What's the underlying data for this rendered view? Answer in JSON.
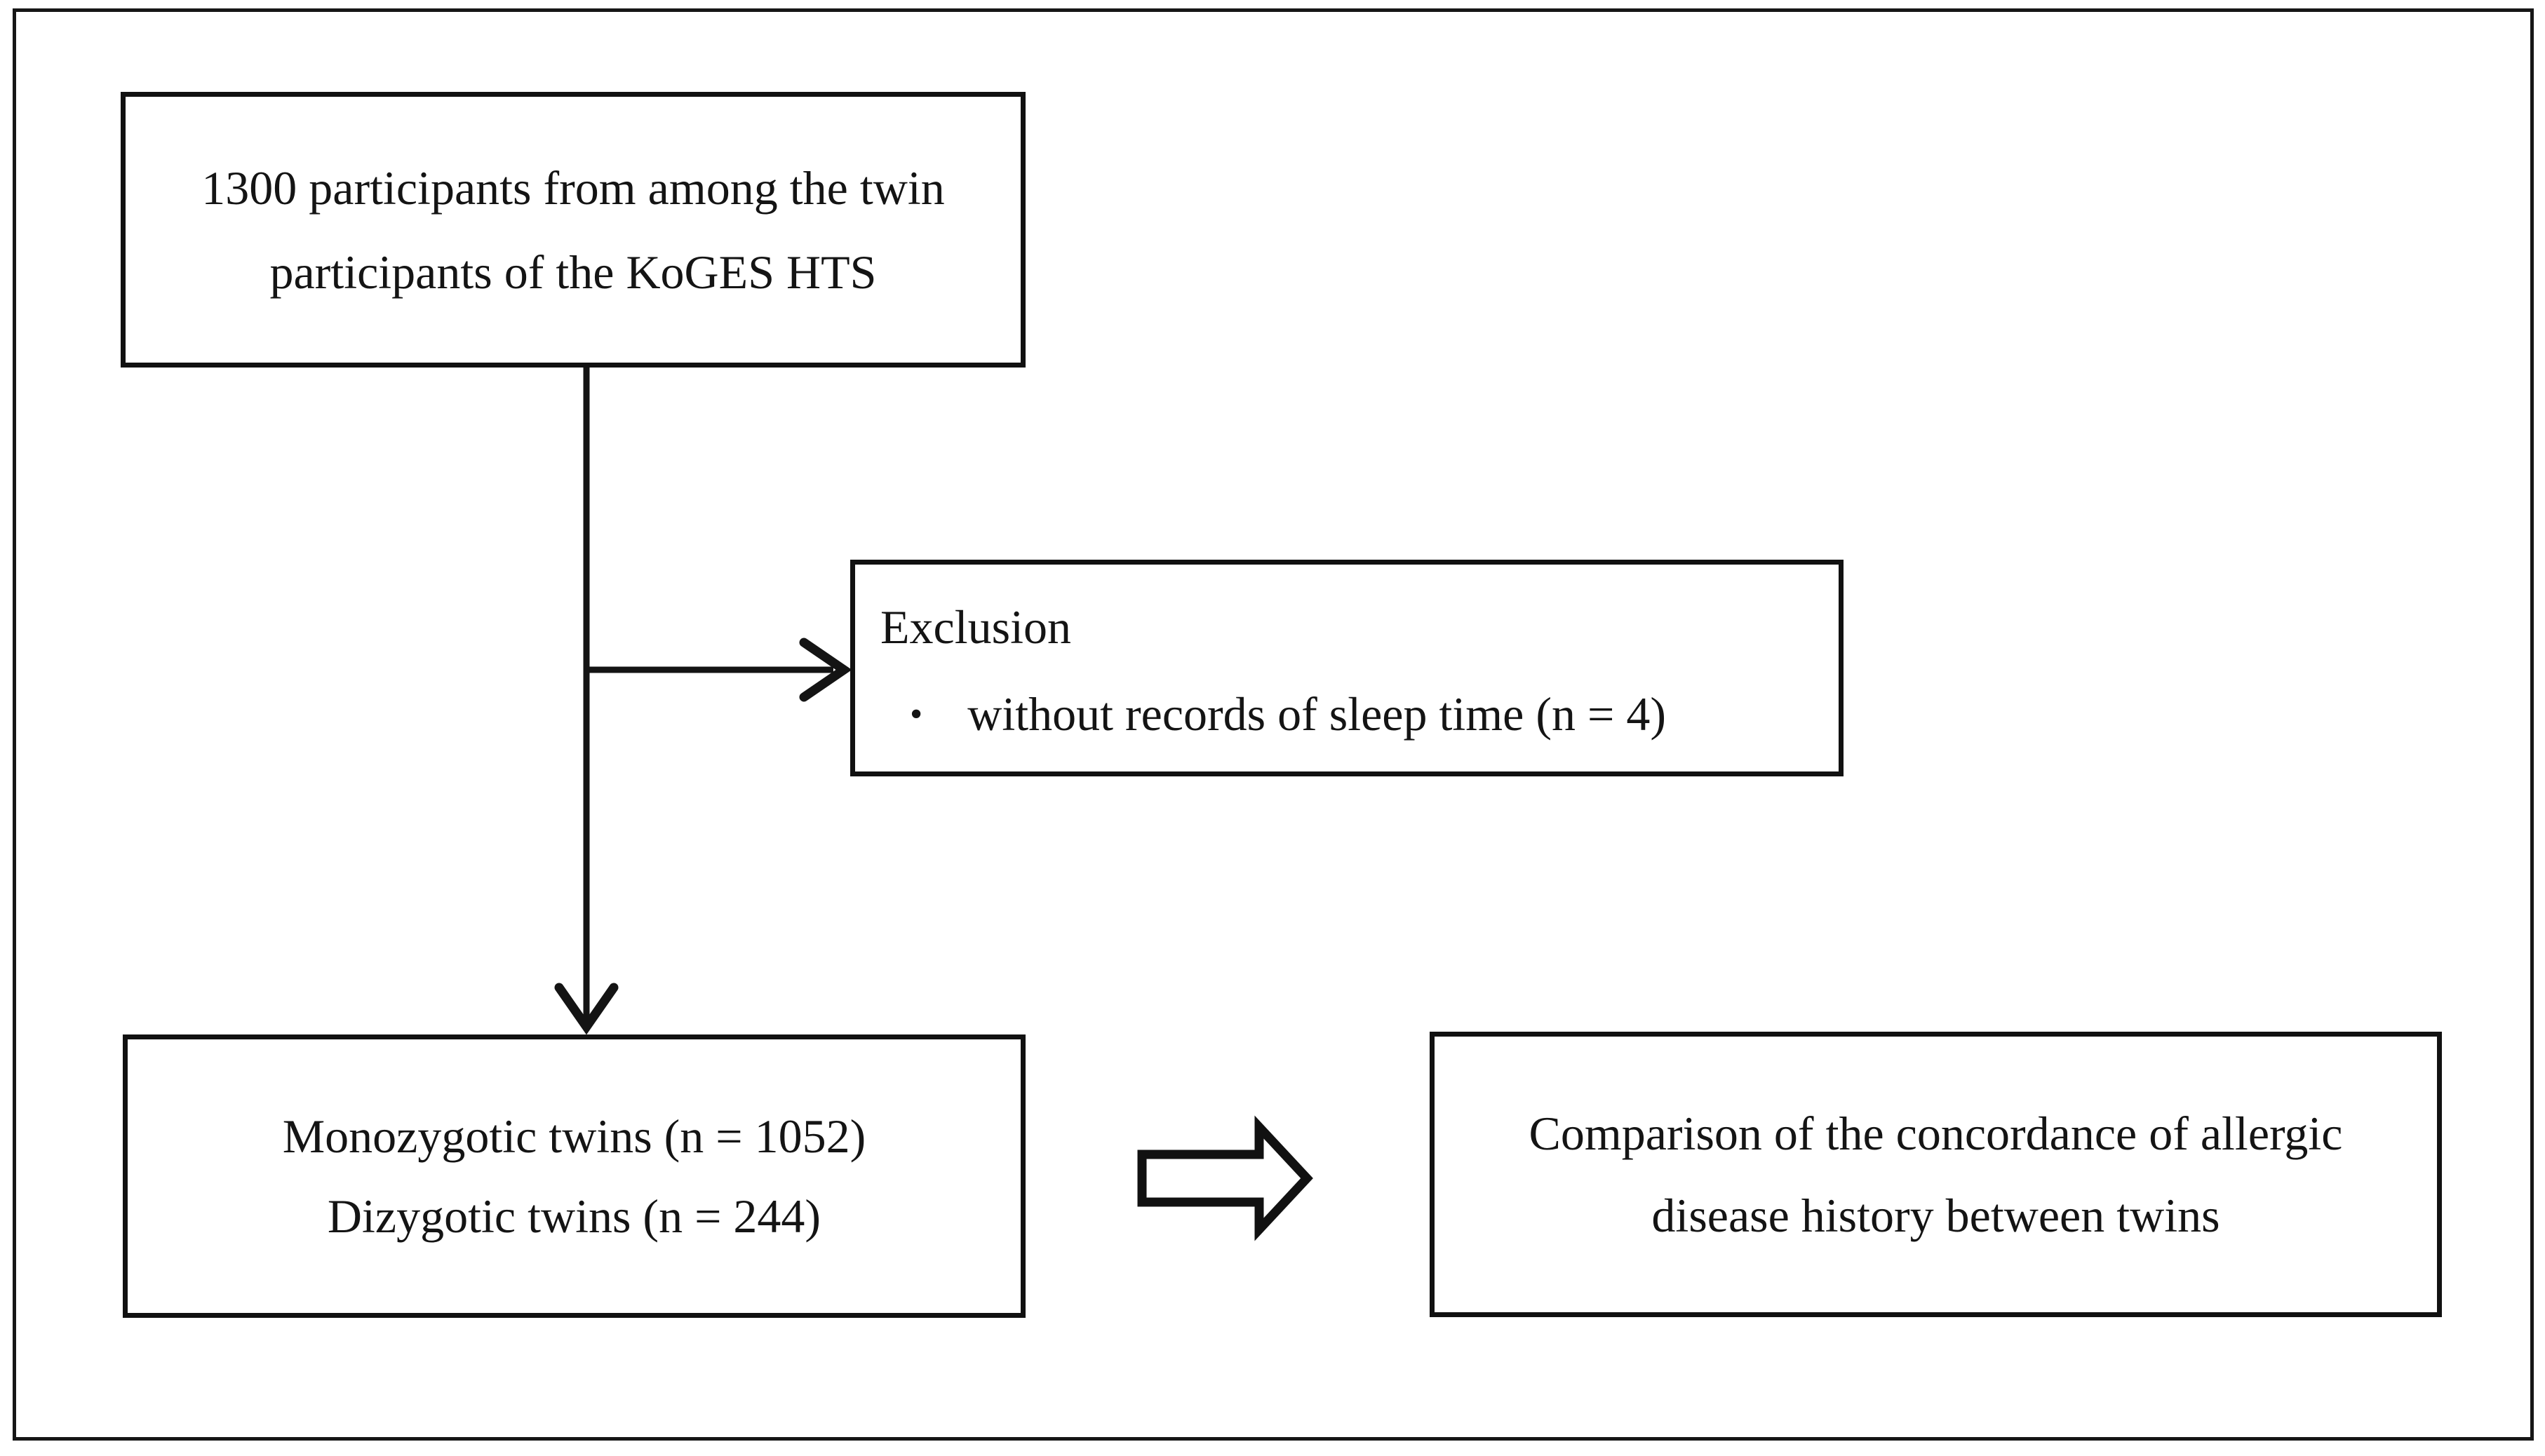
{
  "figure": {
    "colors": {
      "background": "#ffffff",
      "line": "#141414",
      "box_border": "#111111",
      "text": "#141414"
    },
    "boxes": {
      "participants": {
        "lines": [
          "1300 participants from among the twin",
          "participants of the KoGES HTS"
        ]
      },
      "exclusion": {
        "title": "Exclusion",
        "bullet_char": "•",
        "bullet_text": "without records of sleep time (n = 4)"
      },
      "twins": {
        "lines": [
          "Monozygotic twins (n = 1052)",
          "Dizygotic twins (n = 244)"
        ]
      },
      "comparison": {
        "lines": [
          "Comparison of the concordance of allergic",
          "disease history between twins"
        ]
      }
    }
  }
}
